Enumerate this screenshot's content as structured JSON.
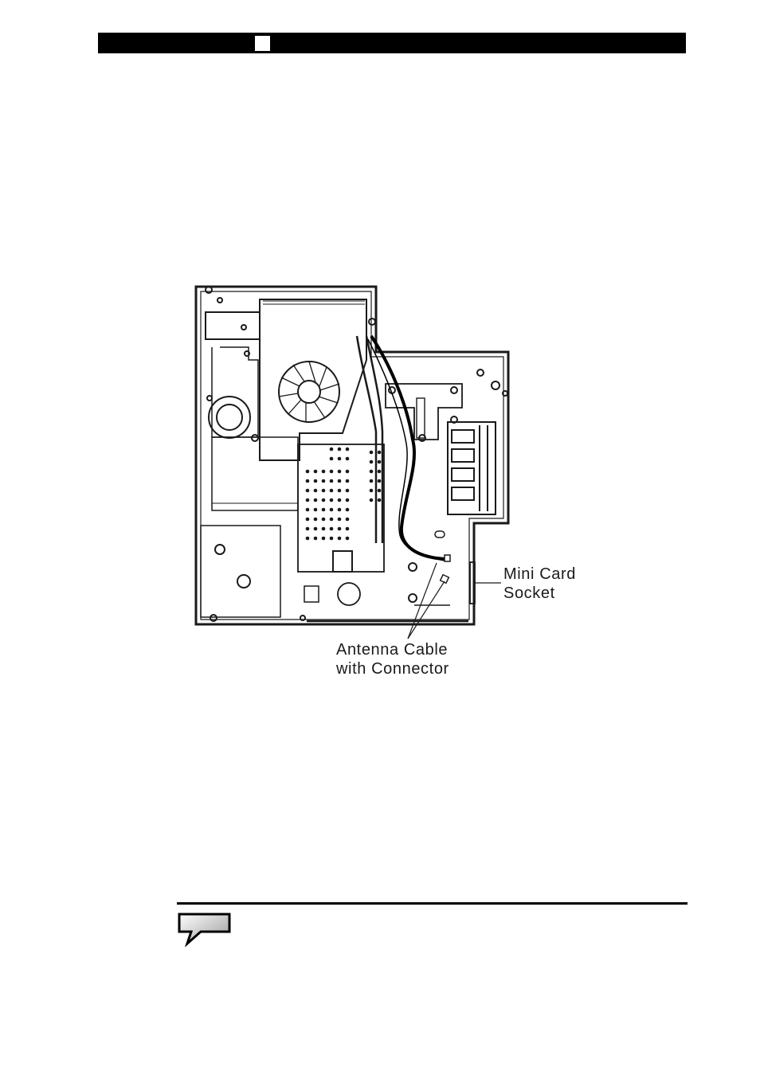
{
  "header": {
    "bar_color": "#000000",
    "marker_icon": "white-square-icon"
  },
  "figure": {
    "labels": {
      "mini_card_socket": [
        "Mini Card",
        "Socket"
      ],
      "antenna_cable": [
        "Antenna Cable",
        "with Connector"
      ]
    }
  },
  "note": {
    "icon": "speech-bubble-note-icon"
  }
}
